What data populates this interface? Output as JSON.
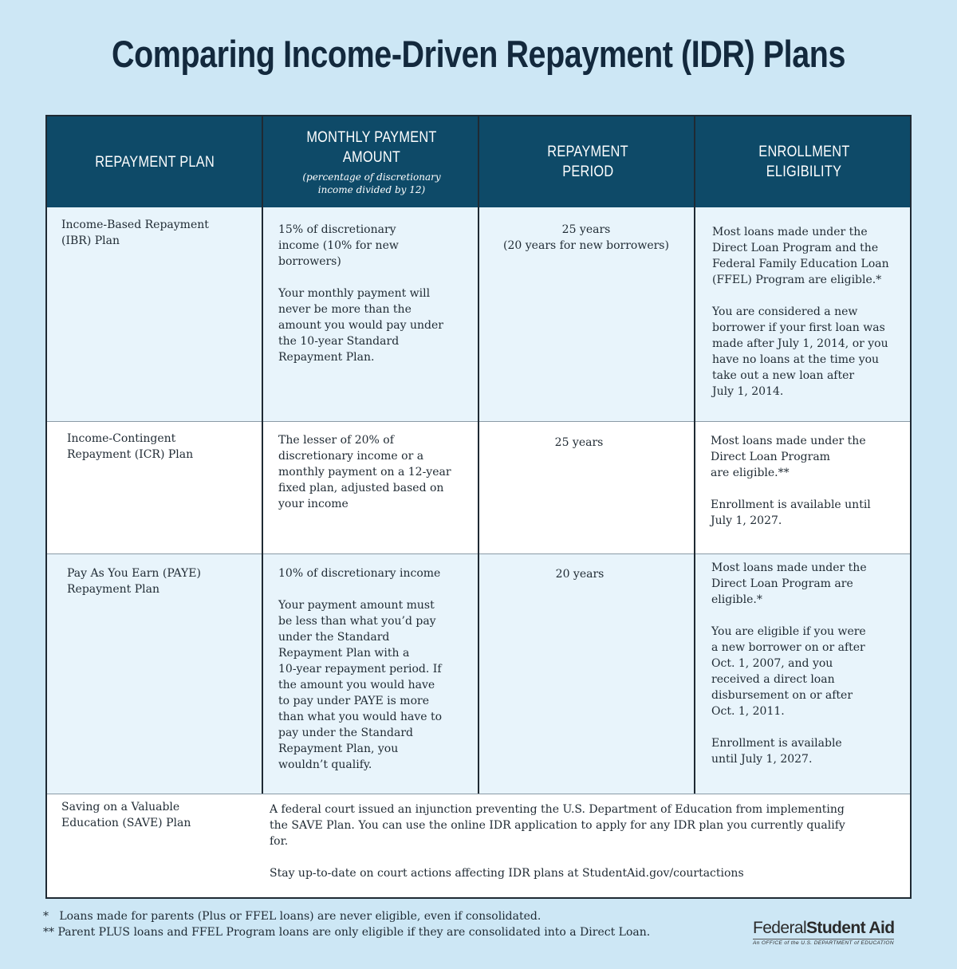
{
  "title": "Comparing Income-Driven Repayment (IDR) Plans",
  "headers": {
    "plan": "REPAYMENT PLAN",
    "payment": "MONTHLY PAYMENT AMOUNT",
    "payment_sub": "(percentage of discretionary income divided by 12)",
    "period_line1": "REPAYMENT",
    "period_line2": "PERIOD",
    "eligibility_line1": "ENROLLMENT",
    "eligibility_line2": "ELIGIBILITY"
  },
  "rows": [
    {
      "plan": "Income-Based Repayment\n(IBR) Plan",
      "payment": "15% of discretionary\nincome (10% for new\nborrowers)\n\nYour monthly payment will\nnever be more than the\namount you would pay under\nthe 10-year Standard\nRepayment Plan.",
      "period": "25 years\n(20 years for new borrowers)",
      "eligibility": "Most loans made under the\nDirect Loan Program and the\nFederal Family Education Loan\n(FFEL) Program are eligible.*\n\nYou are considered a new\nborrower if your first loan was\nmade after July 1, 2014, or you\nhave no loans at the time you\ntake out a new loan after\nJuly 1, 2014."
    },
    {
      "plan": "Income-Contingent\nRepayment (ICR) Plan",
      "payment": "The lesser of 20% of\ndiscretionary income or a\nmonthly payment on a 12-year\nfixed plan, adjusted based on\nyour income",
      "period": "25 years",
      "eligibility": "Most loans made under the\nDirect Loan Program\nare eligible.**\n\nEnrollment is available until\nJuly 1, 2027."
    },
    {
      "plan": "Pay As You Earn (PAYE)\nRepayment Plan",
      "payment": "10% of discretionary income\n\nYour payment amount must\nbe less than what you’d pay\nunder the Standard\nRepayment Plan with a\n10-year repayment period. If\nthe amount you would have\nto pay under PAYE is more\nthan what you would have to\npay under the Standard\nRepayment Plan, you\nwouldn’t qualify.",
      "period": "20 years",
      "eligibility": "Most loans made under the\nDirect Loan Program are\neligible.*\n\nYou are eligible if you were\na new borrower on or after\nOct. 1, 2007, and you\nreceived a direct loan\ndisbursement on or after\nOct. 1, 2011.\n\nEnrollment is available\nuntil July 1, 2027."
    },
    {
      "plan": "Saving on a Valuable\nEducation (SAVE) Plan",
      "note": "A federal court issued an injunction preventing the U.S. Department of Education from implementing\nthe SAVE Plan. You can use the online IDR application to apply for any IDR plan you currently qualify\nfor.\n\nStay up-to-date on court actions affecting IDR plans at StudentAid.gov/courtactions"
    }
  ],
  "footnotes": [
    "*   Loans made for parents (Plus or FFEL loans) are never eligible, even if consolidated.",
    "** Parent PLUS loans and FFEL Program loans are only eligible if they are consolidated into a Direct Loan."
  ],
  "logo": {
    "word1": "Federal",
    "word2": "Student Aid",
    "tagline": "An OFFICE of the U.S. DEPARTMENT of EDUCATION"
  }
}
